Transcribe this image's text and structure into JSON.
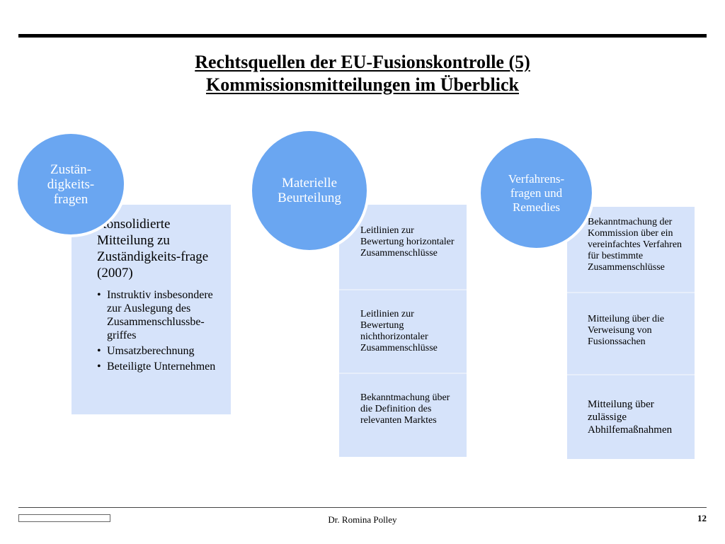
{
  "title": {
    "line1": "Rechtsquellen der EU-Fusionskontrolle (5)",
    "line2": "Kommissionsmitteilungen im Überblick"
  },
  "columns": [
    {
      "circle": "Zustän-\ndigkeits-\nfragen",
      "heading": "Konsolidierte Mitteilung zu Zuständigkeits-frage (2007)",
      "bullets": [
        "Instruktiv insbesondere zur Auslegung des Zusammenschlussbe-griffes",
        "Umsatzberechnung",
        "Beteiligte Unternehmen"
      ]
    },
    {
      "circle": "Materielle\nBeurteilung",
      "items": [
        "Leitlinien zur Bewertung horizontaler Zusammenschlüsse",
        "Leitlinien zur Bewertung nichthorizontaler Zusammenschlüsse",
        "Bekanntmachung über die Definition des relevanten Marktes"
      ]
    },
    {
      "circle": "Verfahrens-\nfragen und\nRemedies",
      "items": [
        "Bekanntmachung der Kommission über ein vereinfachtes Verfahren für bestimmte Zusammenschlüsse",
        "Mitteilung über die Verweisung von Fusionssachen",
        "Mitteilung über zulässige Abhilfemaßnahmen"
      ]
    }
  ],
  "footer": {
    "author": "Dr. Romina Polley",
    "page": "12"
  },
  "colors": {
    "circle": "#6aa6f1",
    "panel": "#d6e3fa"
  }
}
